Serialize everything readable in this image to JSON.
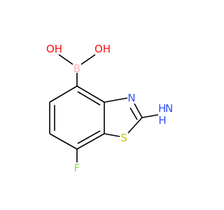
{
  "molecule": {
    "atoms": {
      "oh_left": {
        "text": "OH",
        "color": "#ff0d0d"
      },
      "oh_right": {
        "text": "OH",
        "color": "#ff0d0d"
      },
      "boron": {
        "text": "B",
        "color": "#ffb5b5"
      },
      "nitrogen_ring": {
        "text": "N",
        "color": "#3050f8"
      },
      "amine_n": {
        "text": "N",
        "color": "#3050f8"
      },
      "amine_h1": {
        "text": "H",
        "color": "#3050f8"
      },
      "amine_h2": {
        "text": "H",
        "color": "#3050f8"
      },
      "sulfur": {
        "text": "S",
        "color": "#c6c600"
      },
      "fluorine": {
        "text": "F",
        "color": "#90e050"
      }
    }
  }
}
